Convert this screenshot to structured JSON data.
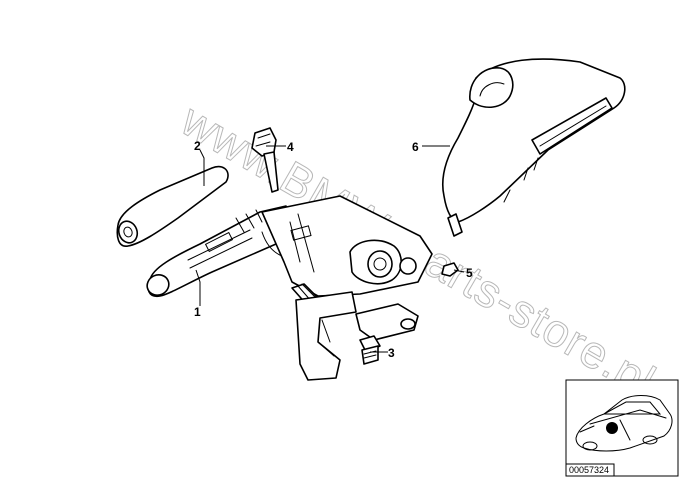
{
  "watermark": {
    "text": "www.BMWeparts-store.pl"
  },
  "callouts": [
    {
      "id": "1",
      "label": "1"
    },
    {
      "id": "2",
      "label": "2"
    },
    {
      "id": "3",
      "label": "3"
    },
    {
      "id": "4",
      "label": "4"
    },
    {
      "id": "5",
      "label": "5"
    },
    {
      "id": "6",
      "label": "6"
    }
  ],
  "inset": {
    "code": "00057324"
  },
  "colors": {
    "line": "#000000",
    "watermark": "#b8b8b8",
    "background": "#ffffff"
  }
}
